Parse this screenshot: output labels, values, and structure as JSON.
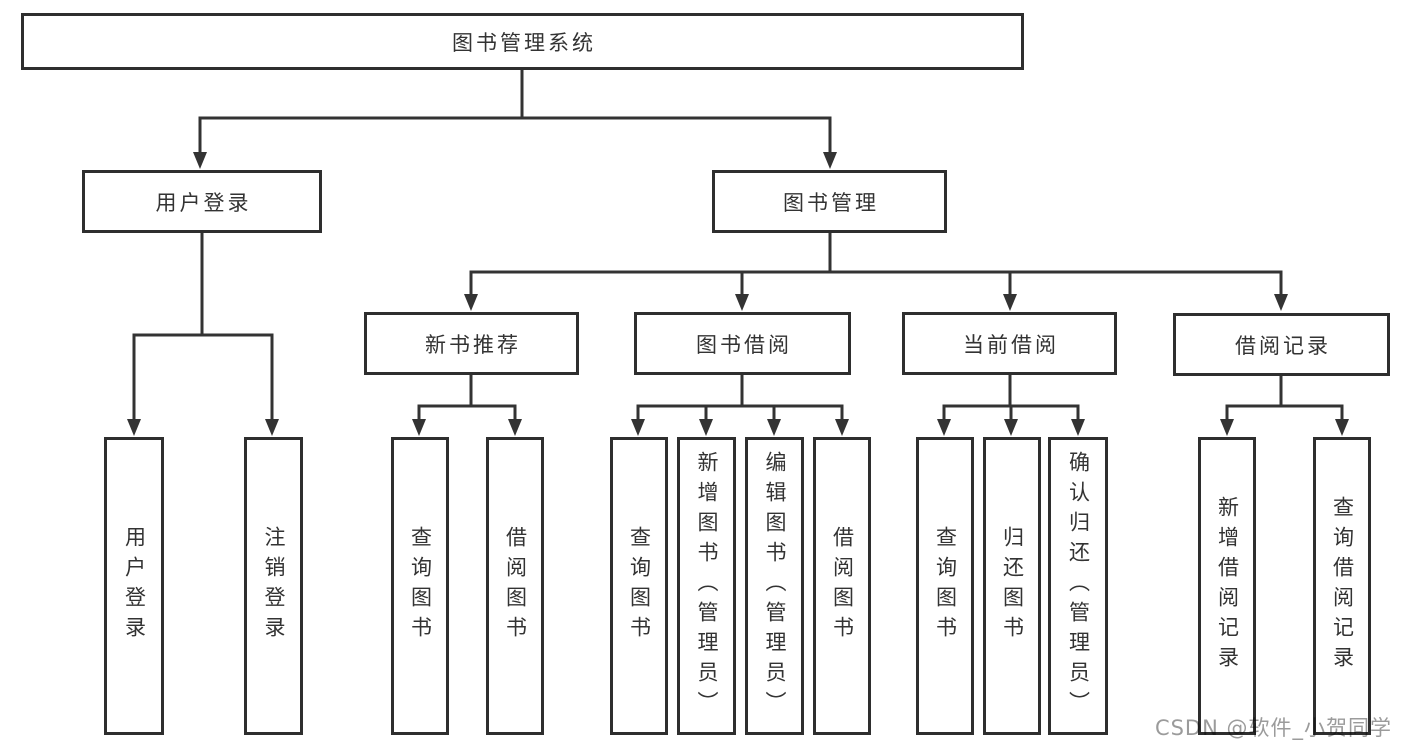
{
  "root": {
    "label": "图书管理系统"
  },
  "level2": [
    {
      "label": "用户登录"
    },
    {
      "label": "图书管理"
    }
  ],
  "login_children": [
    {
      "label": "用户登录"
    },
    {
      "label": "注销登录"
    }
  ],
  "modules": [
    {
      "label": "新书推荐",
      "children": [
        {
          "label": "查询图书"
        },
        {
          "label": "借阅图书"
        }
      ]
    },
    {
      "label": "图书借阅",
      "children": [
        {
          "label": "查询图书"
        },
        {
          "label": "新增图书（管理员）"
        },
        {
          "label": "编辑图书（管理员）"
        },
        {
          "label": "借阅图书"
        }
      ]
    },
    {
      "label": "当前借阅",
      "children": [
        {
          "label": "查询图书"
        },
        {
          "label": "归还图书"
        },
        {
          "label": "确认归还（管理员）"
        }
      ]
    },
    {
      "label": "借阅记录",
      "children": [
        {
          "label": "新增借阅记录"
        },
        {
          "label": "查询借阅记录"
        }
      ]
    }
  ],
  "watermark": {
    "text": "CSDN @软件_小贺同学",
    "color": "#9b9b9b"
  },
  "colors": {
    "background": "#ffffff",
    "box_border": "#2e2e2e",
    "connector_line": "#333333",
    "text": "#333333"
  }
}
